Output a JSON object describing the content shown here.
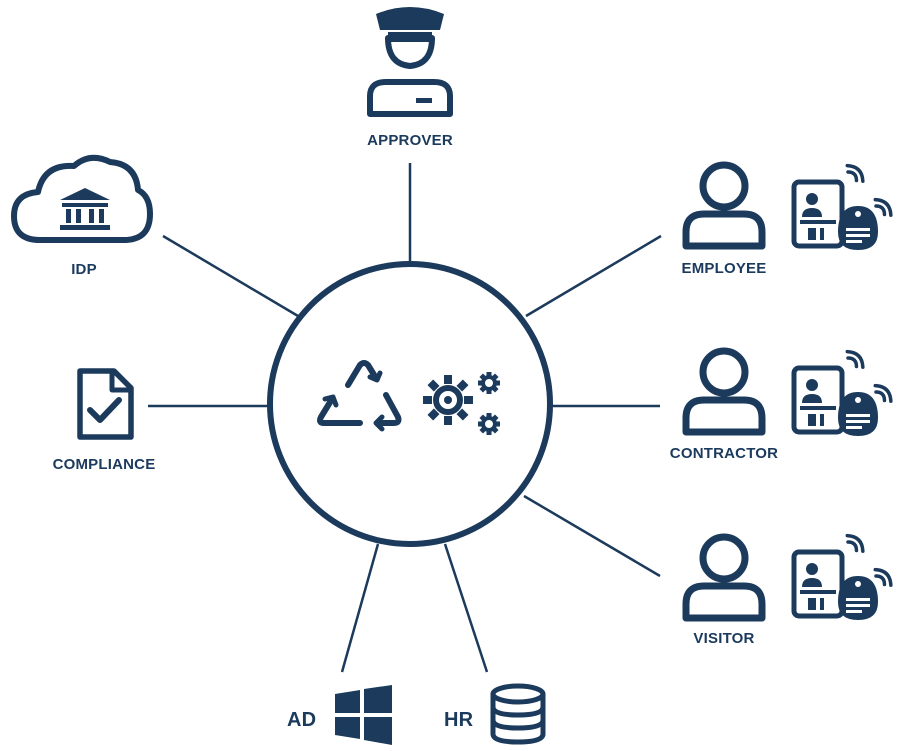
{
  "colors": {
    "ink": "#1b3a5c",
    "background": "#ffffff"
  },
  "hub": {
    "icons": [
      "recycle-icon",
      "gears-icon"
    ]
  },
  "nodes": {
    "approver": {
      "label": "APPROVER",
      "icon": "approver-officer-icon"
    },
    "idp": {
      "label": "IDP",
      "icon": "cloud-bank-icon"
    },
    "compliance": {
      "label": "COMPLIANCE",
      "icon": "document-check-icon"
    },
    "ad": {
      "label": "AD",
      "icon": "windows-icon"
    },
    "hr": {
      "label": "HR",
      "icon": "database-icon"
    },
    "employee": {
      "label": "EMPLOYEE",
      "icon": "user-icon",
      "badge_icons": [
        "id-badge-icon",
        "key-fob-icon"
      ]
    },
    "contractor": {
      "label": "CONTRACTOR",
      "icon": "user-icon",
      "badge_icons": [
        "id-badge-icon",
        "key-fob-icon"
      ]
    },
    "visitor": {
      "label": "VISITOR",
      "icon": "user-icon",
      "badge_icons": [
        "id-badge-icon",
        "key-fob-icon"
      ]
    }
  }
}
